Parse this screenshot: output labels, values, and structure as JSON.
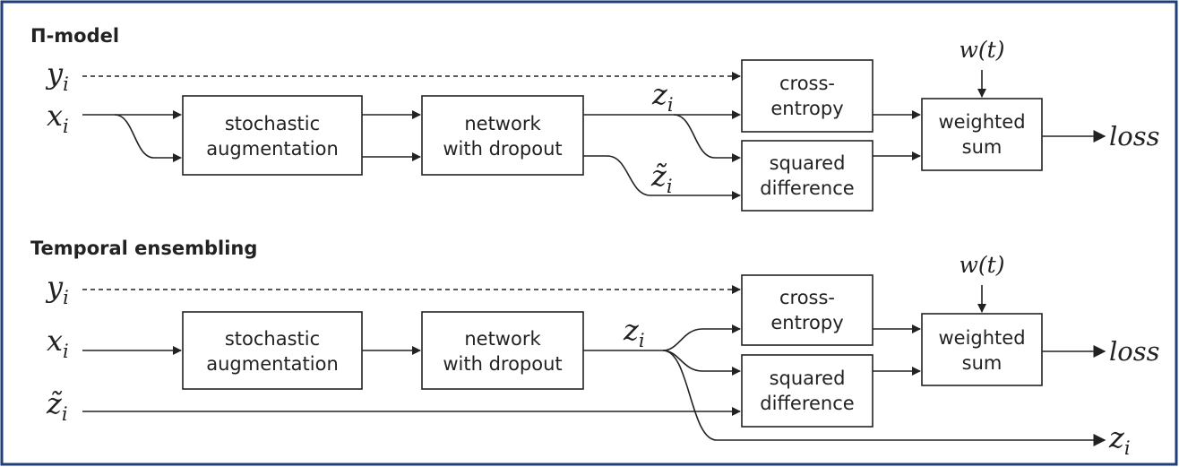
{
  "sections": {
    "pi_model": "Π-model",
    "temporal": "Temporal ensembling"
  },
  "boxes": {
    "stochastic_augmentation": [
      "stochastic",
      "augmentation"
    ],
    "network_with_dropout": [
      "network",
      "with dropout"
    ],
    "cross_entropy": [
      "cross-",
      "entropy"
    ],
    "squared_difference": [
      "squared",
      "difference"
    ],
    "weighted_sum": [
      "weighted",
      "sum"
    ]
  },
  "symbols": {
    "y": "y",
    "x": "x",
    "z": "z",
    "z_tilde": "z̃",
    "subscript_i": "i",
    "w_t": "w(t)",
    "loss": "loss"
  },
  "colors": {
    "border": "#1f3f7a",
    "ink": "#222222"
  }
}
